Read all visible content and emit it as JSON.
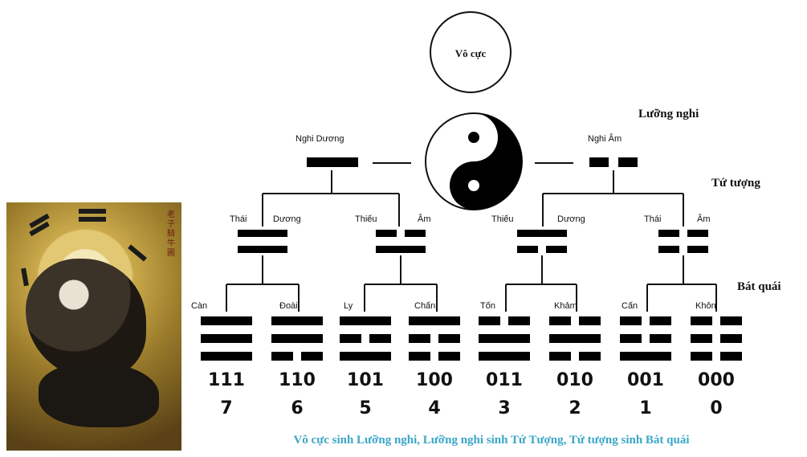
{
  "root_label": "Vô cực",
  "levels": {
    "luong_nghi": "Lưỡng nghi",
    "tu_tuong": "Tứ tượng",
    "bat_quai": "Bát quái"
  },
  "nghi": [
    {
      "label": "Nghi Dương"
    },
    {
      "label": "Nghi Âm"
    }
  ],
  "tuong": [
    {
      "a": "Thái",
      "b": "Dương"
    },
    {
      "a": "Thiếu",
      "b": "Âm"
    },
    {
      "a": "Thiếu",
      "b": "Dương"
    },
    {
      "a": "Thái",
      "b": "Âm"
    }
  ],
  "quai": [
    {
      "name": "Càn",
      "code": "111",
      "num": "7"
    },
    {
      "name": "Đoài",
      "code": "110",
      "num": "6"
    },
    {
      "name": "Ly",
      "code": "101",
      "num": "5"
    },
    {
      "name": "Chấn",
      "code": "100",
      "num": "4"
    },
    {
      "name": "Tốn",
      "code": "011",
      "num": "3"
    },
    {
      "name": "Khảm",
      "code": "010",
      "num": "2"
    },
    {
      "name": "Cấn",
      "code": "001",
      "num": "1"
    },
    {
      "name": "Khôn",
      "code": "000",
      "num": "0"
    }
  ],
  "caption": "Vô cực sinh Lưỡng nghi, Lưỡng nghi sinh Tứ Tượng, Tứ tượng sinh Bát quái",
  "painting": {
    "calligraphy": "老子騎牛圖"
  },
  "colors": {
    "caption": "#3aa6c8",
    "ink": "#000000"
  }
}
